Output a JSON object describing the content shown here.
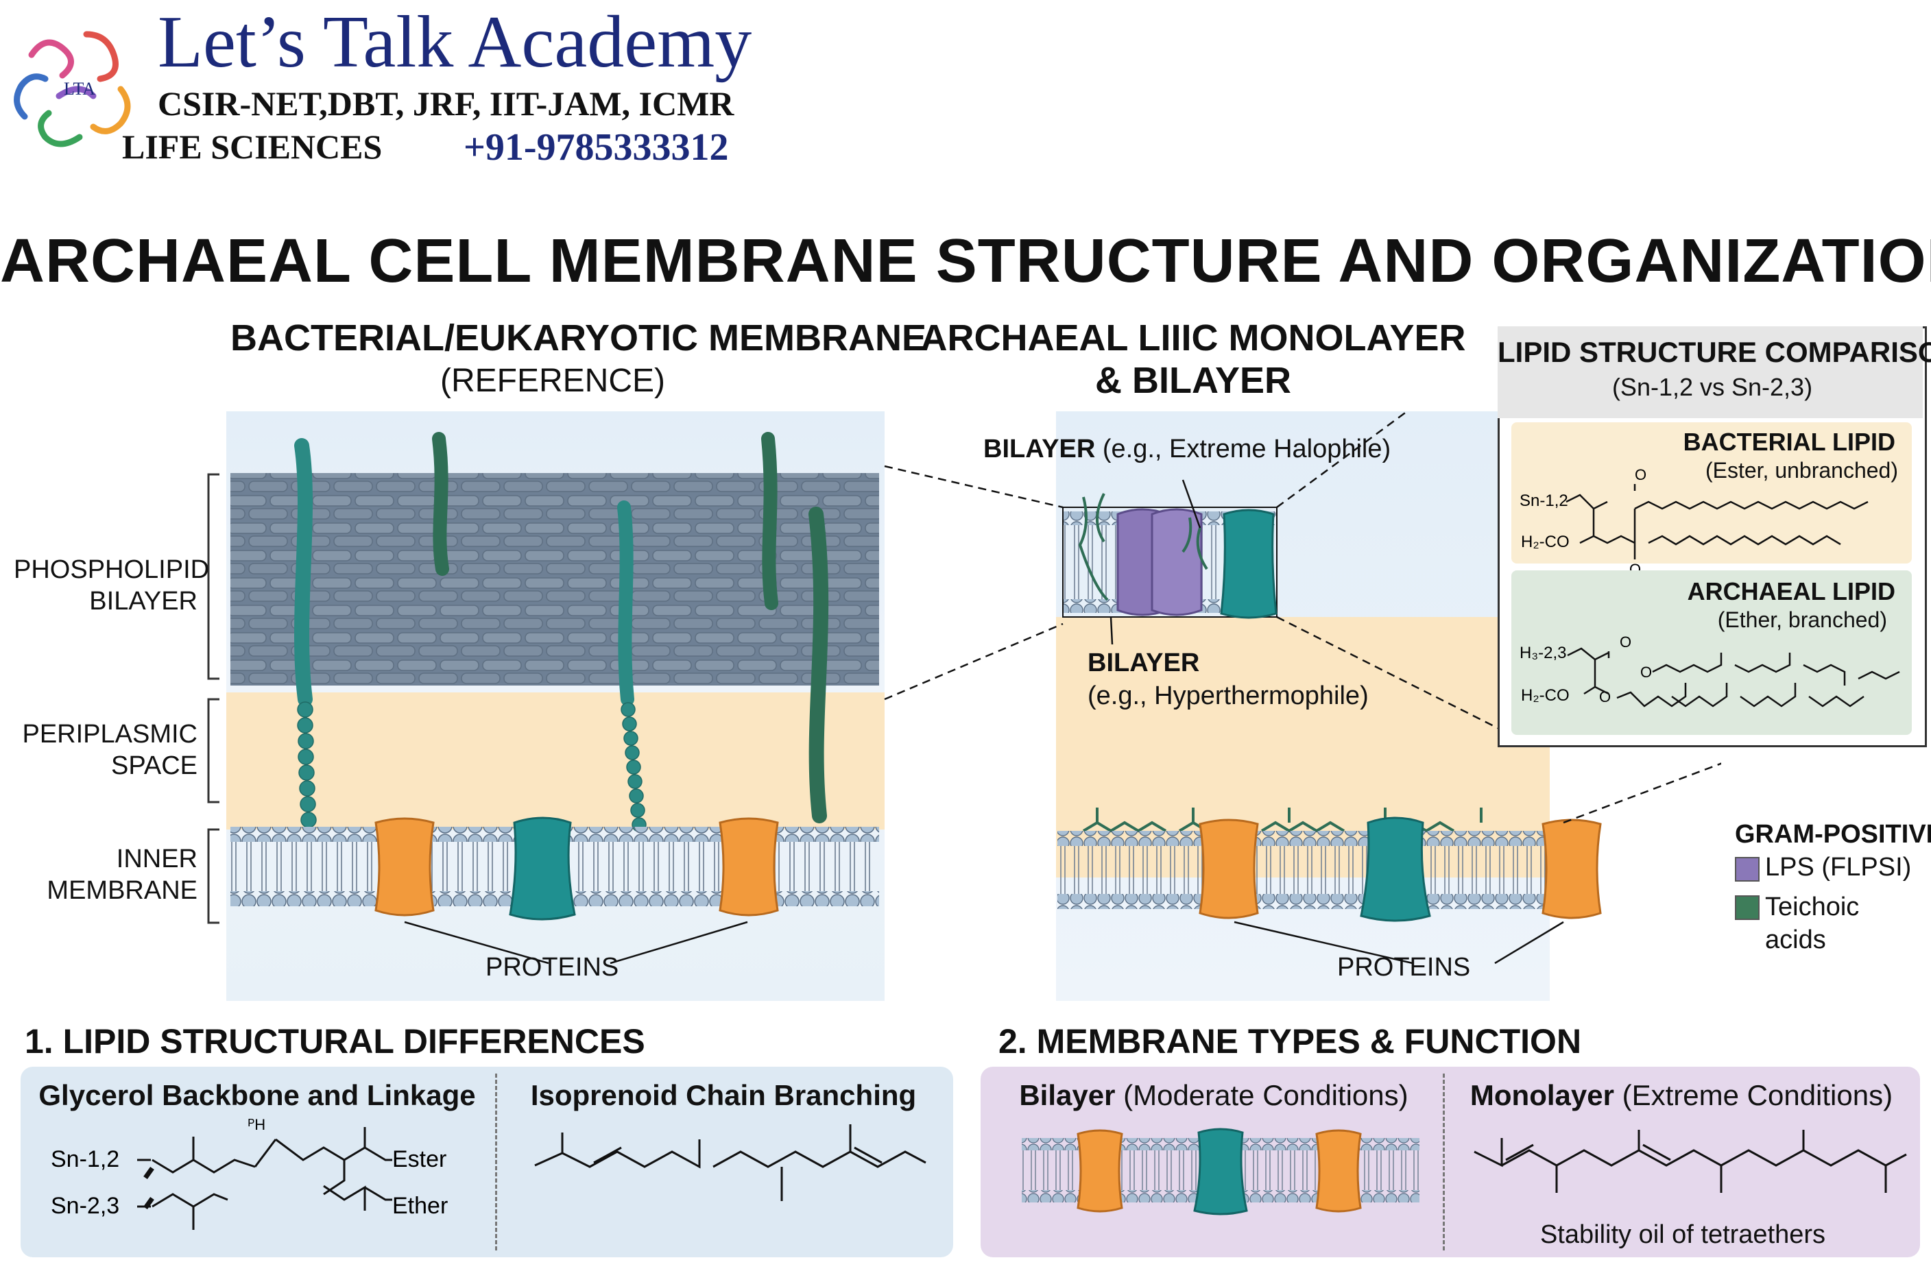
{
  "logo": {
    "brand": "Let’s Talk Academy",
    "subtitle1": "CSIR-NET,DBT, JRF, IIT-JAM, ICMR",
    "subtitle2": "LIFE SCIENCES",
    "phone": "+91-9785333312",
    "badge": "LTA"
  },
  "title": "ARCHAEAL CELL MEMBRANE STRUCTURE AND ORGANIZATION",
  "left_panel": {
    "heading": "BACTERIAL/EUKARYOTIC MEMBRANE",
    "subheading": "(REFERENCE)",
    "labels": {
      "phospholipid_1": "PHOSPHOLIPID",
      "phospholipid_2": "BILAYER",
      "periplasmic_1": "PERIPLASMIC",
      "periplasmic_2": "SPACE",
      "inner_1": "INNER",
      "inner_2": "MEMBRANE"
    },
    "proteins_label": "PROTEINS"
  },
  "middle_panel": {
    "heading_1": "ARCHAEAL LIIIC MONOLAYER",
    "heading_2": "& BILAYER",
    "bilayer_top_bold": "BILAYER",
    "bilayer_top_note": "(e.g., Extreme Halophile)",
    "bilayer_bottom_bold": "BILAYER",
    "bilayer_bottom_note": "(e.g., Hyperthermophile)",
    "proteins_label": "PROTEINS"
  },
  "lipid_box": {
    "title": "LIPID STRUCTURE COMPARISON",
    "subtitle": "(Sn-1,2 vs Sn-2,3)",
    "bacterial_title": "BACTERIAL LIPID",
    "bacterial_note": "(Ester, unbranched)",
    "archaeal_title": "ARCHAEAL LIPID",
    "archaeal_note": "(Ether, branched)",
    "chem": {
      "sn12": "Sn-1,2",
      "h2co": "H₂-CO",
      "h23": "H₃-2,3",
      "h2co_2": "H₂-CO",
      "o": "O"
    }
  },
  "legend": {
    "title": "GRAM-POSITIVE",
    "items": [
      {
        "label": "LPS (FLPSI)",
        "color": "#8a78b8"
      },
      {
        "label": "Teichoic",
        "label2": "acids",
        "color": "#3e7d5a"
      }
    ]
  },
  "section1": {
    "title": "1. LIPID STRUCTURAL DIFFERENCES",
    "col1_title": "Glycerol Backbone and Linkage",
    "col2_title": "Isoprenoid Chain Branching",
    "sn12": "Sn-1,2",
    "sn23": "Sn-2,3",
    "ester": "Ester",
    "ether": "Ether",
    "small_h": "ᴾH"
  },
  "section2": {
    "title": "2. MEMBRANE TYPES & FUNCTION",
    "col1_bold": "Bilayer",
    "col1_rest": " (Moderate Conditions)",
    "col2_bold": "Monolayer",
    "col2_rest": " (Extreme Conditions)",
    "caption": "Stability oil of tetraethers"
  },
  "colors": {
    "navy": "#1c2a7a",
    "orange_protein": "#f29a3c",
    "teal_protein": "#1f9090",
    "purple_protein": "#8a78b8",
    "head_blue": "#a9bfd4",
    "periplasm": "#fbe6c2",
    "panel_blue": "#dde9f3",
    "panel_purple": "#e5d8ec",
    "bact_box": "#faedd2",
    "arch_box": "#dde9dd"
  }
}
